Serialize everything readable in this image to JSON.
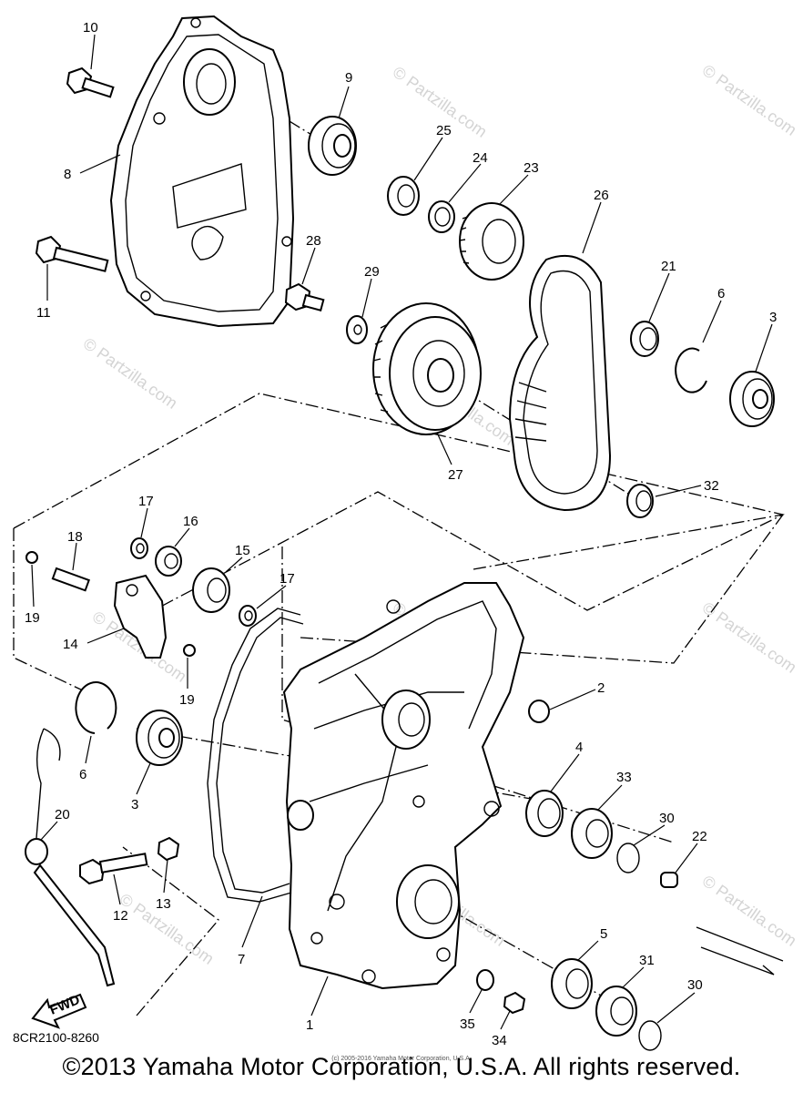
{
  "diagram": {
    "callouts": [
      {
        "id": "p10",
        "label": "10"
      },
      {
        "id": "p9",
        "label": "9"
      },
      {
        "id": "p8",
        "label": "8"
      },
      {
        "id": "p25",
        "label": "25"
      },
      {
        "id": "p24",
        "label": "24"
      },
      {
        "id": "p23",
        "label": "23"
      },
      {
        "id": "p26",
        "label": "26"
      },
      {
        "id": "p28",
        "label": "28"
      },
      {
        "id": "p29",
        "label": "29"
      },
      {
        "id": "p21",
        "label": "21"
      },
      {
        "id": "p6a",
        "label": "6"
      },
      {
        "id": "p3a",
        "label": "3"
      },
      {
        "id": "p11",
        "label": "11"
      },
      {
        "id": "p27",
        "label": "27"
      },
      {
        "id": "p32",
        "label": "32"
      },
      {
        "id": "p17a",
        "label": "17"
      },
      {
        "id": "p16",
        "label": "16"
      },
      {
        "id": "p15",
        "label": "15"
      },
      {
        "id": "p17b",
        "label": "17"
      },
      {
        "id": "p18",
        "label": "18"
      },
      {
        "id": "p19a",
        "label": "19"
      },
      {
        "id": "p14",
        "label": "14"
      },
      {
        "id": "p19b",
        "label": "19"
      },
      {
        "id": "p2",
        "label": "2"
      },
      {
        "id": "p6b",
        "label": "6"
      },
      {
        "id": "p3b",
        "label": "3"
      },
      {
        "id": "p4",
        "label": "4"
      },
      {
        "id": "p33",
        "label": "33"
      },
      {
        "id": "p20",
        "label": "20"
      },
      {
        "id": "p30a",
        "label": "30"
      },
      {
        "id": "p22",
        "label": "22"
      },
      {
        "id": "p12",
        "label": "12"
      },
      {
        "id": "p13",
        "label": "13"
      },
      {
        "id": "p7",
        "label": "7"
      },
      {
        "id": "p5",
        "label": "5"
      },
      {
        "id": "p31",
        "label": "31"
      },
      {
        "id": "p30b",
        "label": "30"
      },
      {
        "id": "p1",
        "label": "1"
      },
      {
        "id": "p35",
        "label": "35"
      },
      {
        "id": "p34",
        "label": "34"
      }
    ],
    "fwd_label": "FWD",
    "watermark": "© Partzilla.com",
    "diagram_code": "8CR2100-8260"
  },
  "footer": {
    "copyright": "©2013 Yamaha Motor Corporation, U.S.A. All rights reserved.",
    "small_note": "(c) 2005-2016 Yamaha Motor Corporation, U.S.A."
  }
}
